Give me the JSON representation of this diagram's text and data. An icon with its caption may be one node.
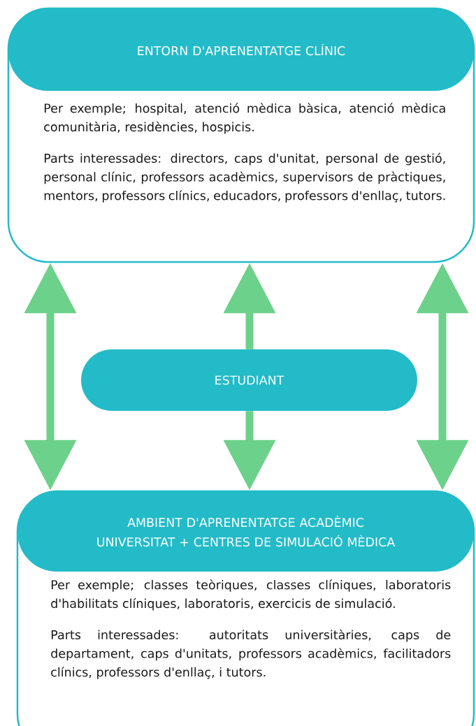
{
  "diagram": {
    "nodes": [
      {
        "text": [
          "ENTORN D'APRENENTATGE CLÍNIC",
          "Per exemple; hospital, atenció mèdica bàsica, atenció mèdica comunitària, residències, hospicis.",
          "Parts interessades: directors, caps d'unitat, personal de gestió, personal clínic, professors acadèmics, supervisors de pràctiques, mentors, professors clínics, educadors, professors d'enllaç, tutors."
        ]
      },
      {
        "text": [
          "ESTUDIANT"
        ]
      },
      {
        "text": [
          "AMBIENT D'APRENENTATGE ACADÈMIC UNIVERSITAT + CENTRES DE SIMULACIÓ MÈDICA",
          "Per exemple; classes teòriques, classes clíniques, laboratoris d'habilitats clíniques, laboratoris, exercicis de simulació.",
          "Parts interessades: autoritats universitàries, caps de departament, caps d'unitats, professors acadèmics, facilitadors clínics, professors d'enllaç, i tutors."
        ]
      }
    ],
    "edges": [
      {
        "from": 0,
        "to": 2,
        "arrow": "both"
      },
      {
        "from": 1,
        "to": 0,
        "arrow": "to"
      },
      {
        "from": 1,
        "to": 2,
        "arrow": "to"
      },
      {
        "from": 0,
        "to": 2,
        "arrow": "both"
      }
    ]
  }
}
